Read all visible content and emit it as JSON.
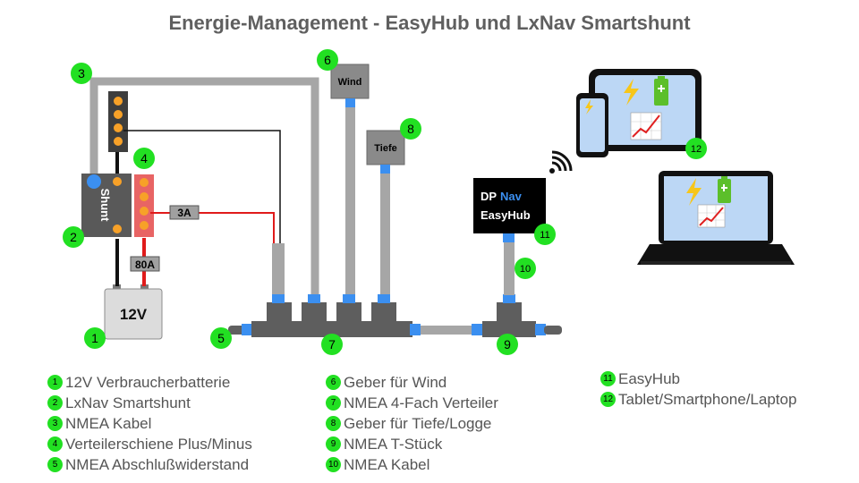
{
  "title": "Energie-Management - EasyHub und LxNav Smartshunt",
  "diagram": {
    "battery_label": "12V",
    "shunt_label": "Shunt",
    "fuse_small": "3A",
    "fuse_big": "80A",
    "wind_label": "Wind",
    "depth_label": "Tiefe",
    "easyhub_brand_dp": "DP",
    "easyhub_brand_nav": "Nav",
    "easyhub_name": "EasyHub",
    "markers": [
      "1",
      "2",
      "3",
      "4",
      "5",
      "6",
      "7",
      "8",
      "9",
      "10",
      "11",
      "12"
    ]
  },
  "legend": {
    "col1": [
      {
        "num": "1",
        "text": "12V Verbraucherbatterie"
      },
      {
        "num": "2",
        "text": "LxNav Smartshunt"
      },
      {
        "num": "3",
        "text": "NMEA Kabel"
      },
      {
        "num": "4",
        "text": "Verteilerschiene Plus/Minus"
      },
      {
        "num": "5",
        "text": "NMEA Abschlußwiderstand"
      }
    ],
    "col2": [
      {
        "num": "6",
        "text": "Geber für Wind"
      },
      {
        "num": "7",
        "text": "NMEA 4-Fach Verteiler"
      },
      {
        "num": "8",
        "text": "Geber für Tiefe/Logge"
      },
      {
        "num": "9",
        "text": "NMEA T-Stück"
      },
      {
        "num": "10",
        "text": "NMEA Kabel"
      }
    ],
    "col3": [
      {
        "num": "11",
        "text": "EasyHub"
      },
      {
        "num": "12",
        "text": "Tablet/Smartphone/Laptop"
      }
    ]
  },
  "colors": {
    "marker_green": "#22e022",
    "connector_blue": "#3b8ff0",
    "cable_gray": "#a6a6a6",
    "plus_red": "#e03030",
    "bus_orange": "#f7a128",
    "device_gray": "#606060"
  }
}
